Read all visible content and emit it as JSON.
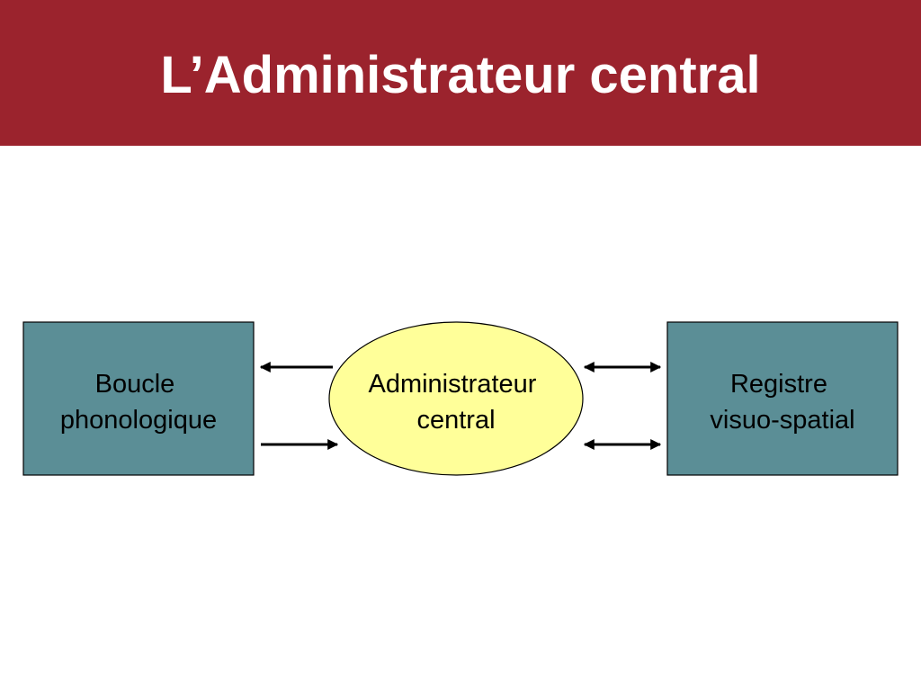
{
  "slide": {
    "title": "L’Administrateur central",
    "title_band_color": "#9b232d"
  },
  "diagram": {
    "nodes": {
      "left": {
        "lines": [
          "Boucle",
          "phonologique"
        ],
        "fill": "#5b8e96",
        "shape": "rectangle"
      },
      "center": {
        "lines": [
          "Administrateur",
          "central"
        ],
        "fill": "#ffff99",
        "shape": "ellipse"
      },
      "right": {
        "lines": [
          "Registre",
          "visuo-spatial"
        ],
        "fill": "#5b8e96",
        "shape": "rectangle"
      }
    },
    "edges": [
      {
        "from": "center",
        "to": "left",
        "direction": "one-way"
      },
      {
        "from": "left",
        "to": "center",
        "direction": "one-way"
      },
      {
        "from": "center",
        "to": "right",
        "direction": "bidirectional"
      },
      {
        "from": "center",
        "to": "right",
        "direction": "bidirectional"
      }
    ]
  }
}
